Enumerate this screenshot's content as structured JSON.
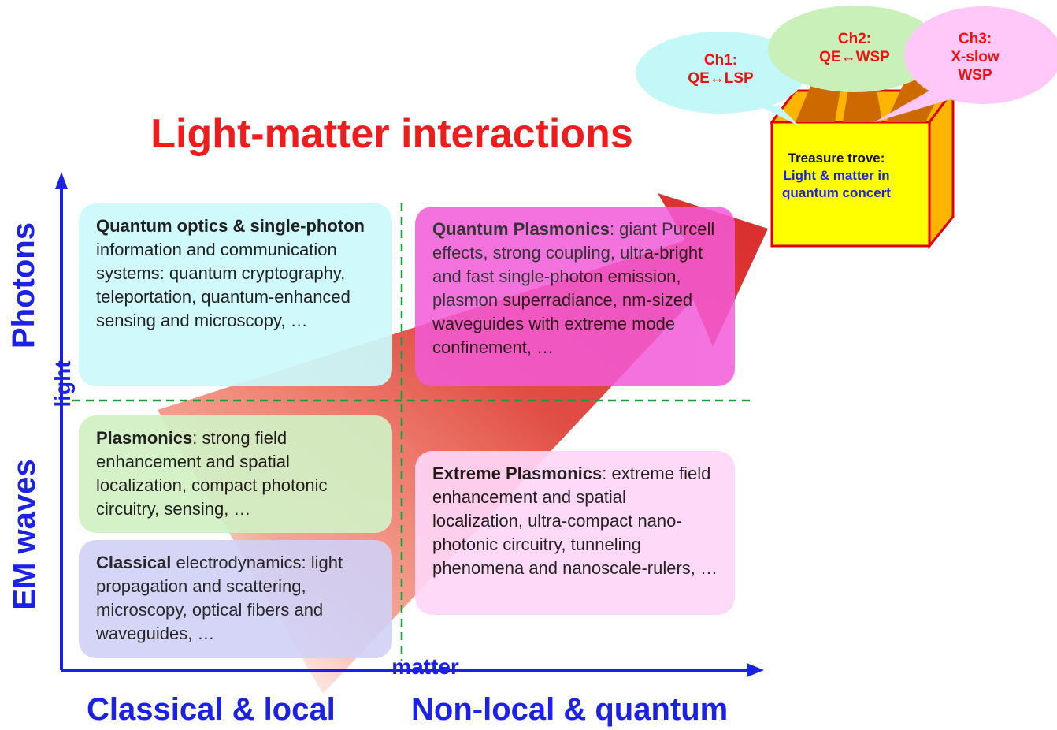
{
  "title": "Light-matter interactions",
  "axes": {
    "y_top_label": "Photons",
    "y_mid_label": "light",
    "y_bottom_label": "EM waves",
    "x_label": "matter",
    "x_left_label": "Classical & local",
    "x_right_label": "Non-local & quantum"
  },
  "boxes": {
    "quantum_optics": {
      "bold": "Quantum optics & single-photon",
      "text": " information and communication systems: quantum cryptography, teleportation, quantum-enhanced sensing and microscopy, …"
    },
    "quantum_plasmonics": {
      "bold": "Quantum Plasmonics",
      "text": ": giant Purcell effects, strong coupling, ultra-bright and fast single-photon emission, plasmon superradiance, nm-sized waveguides with extreme mode confinement, …"
    },
    "plasmonics": {
      "bold": "Plasmonics",
      "text": ": strong field enhancement and spatial localization, compact photonic circuitry, sensing, …"
    },
    "classical": {
      "bold": "Classical",
      "text": " electrodynamics: light propagation and scattering, microscopy, optical fibers and waveguides, …"
    },
    "extreme_plasmonics": {
      "bold": "Extreme Plasmonics",
      "text": ": extreme field enhancement and spatial localization, ultra-compact nano-photonic circuitry, tunneling phenomena and nanoscale-rulers, …"
    }
  },
  "bubbles": {
    "ch1": {
      "line1": "Ch1:",
      "line2": "QE↔LSP"
    },
    "ch2": {
      "line1": "Ch2:",
      "line2": "QE↔WSP"
    },
    "ch3": {
      "line1": "Ch3:",
      "line2": "X-slow",
      "line3": "WSP"
    }
  },
  "treasure": {
    "heading": "Treasure trove:",
    "subtitle": "Light & matter in quantum concert"
  },
  "colors": {
    "title": "#ee1c1c",
    "axis_blue": "#1b22e6",
    "arrow_red": "#d92b2b",
    "divider_green": "#1a9a3c",
    "box_yellow": "#ffff00",
    "box_side": "#ffb400"
  }
}
